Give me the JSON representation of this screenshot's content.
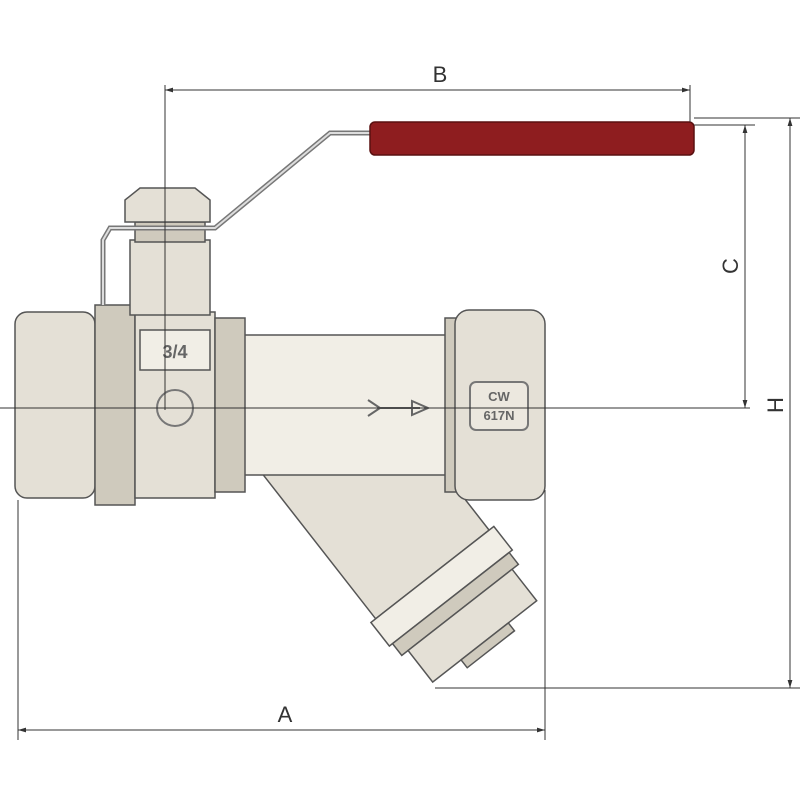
{
  "dimensions": {
    "a_label": "A",
    "b_label": "B",
    "c_label": "C",
    "h_label": "H"
  },
  "markings": {
    "size": "3/4",
    "material_line1": "CW",
    "material_line2": "617N"
  },
  "colors": {
    "handle": "#8e1d1f",
    "metal": "#e4e0d6",
    "line": "#333333"
  }
}
